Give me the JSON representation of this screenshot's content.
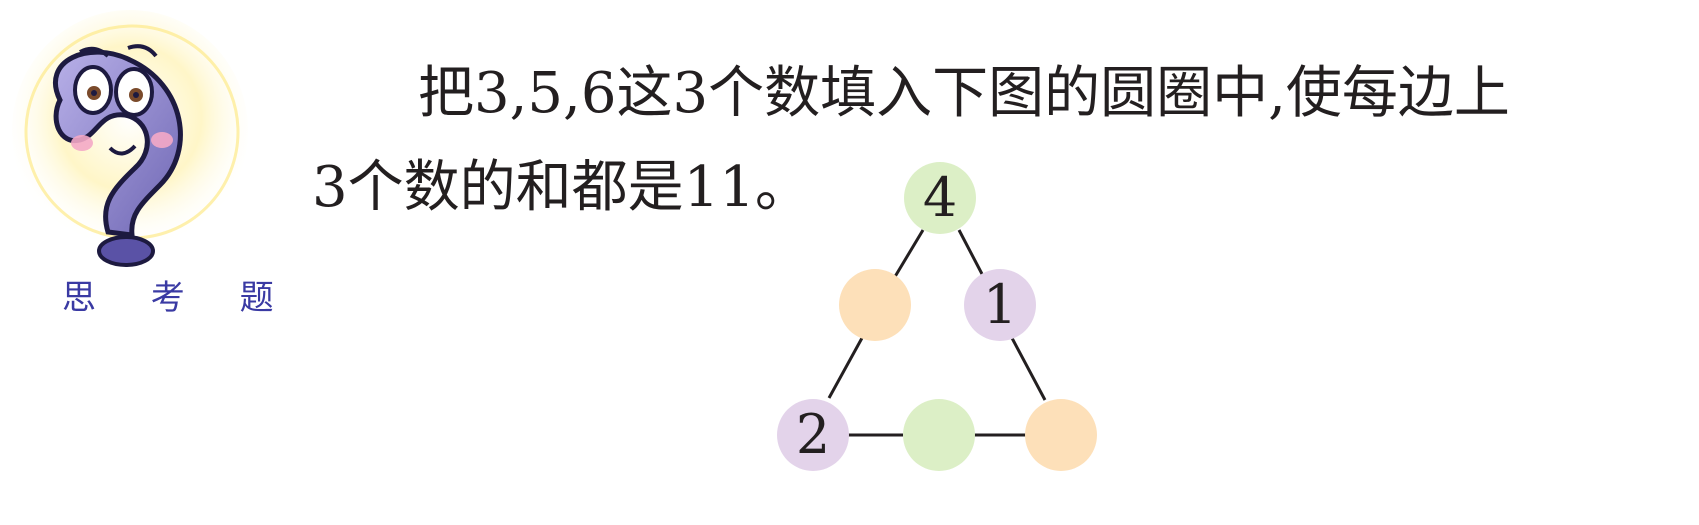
{
  "badge": {
    "label": "思 考 题"
  },
  "question": {
    "line1": "把3,5,6这3个数填入下图的圆圈中,使每边上",
    "line2": "3个数的和都是11。"
  },
  "diagram": {
    "circles": [
      {
        "id": "top",
        "value": "4",
        "color": "#dcefc6"
      },
      {
        "id": "left-middle",
        "value": "",
        "color": "#fde0b9"
      },
      {
        "id": "right-middle",
        "value": "1",
        "color": "#e3d3ea"
      },
      {
        "id": "bottom-left",
        "value": "2",
        "color": "#e3d3ea"
      },
      {
        "id": "bottom-middle",
        "value": "",
        "color": "#dcefc6"
      },
      {
        "id": "bottom-right",
        "value": "",
        "color": "#fde0b9"
      }
    ]
  },
  "colors": {
    "text": "#231f20",
    "badge_text": "#3a3aa3",
    "mascot_body": "#8d84c6",
    "glow": "#fff2a6"
  }
}
